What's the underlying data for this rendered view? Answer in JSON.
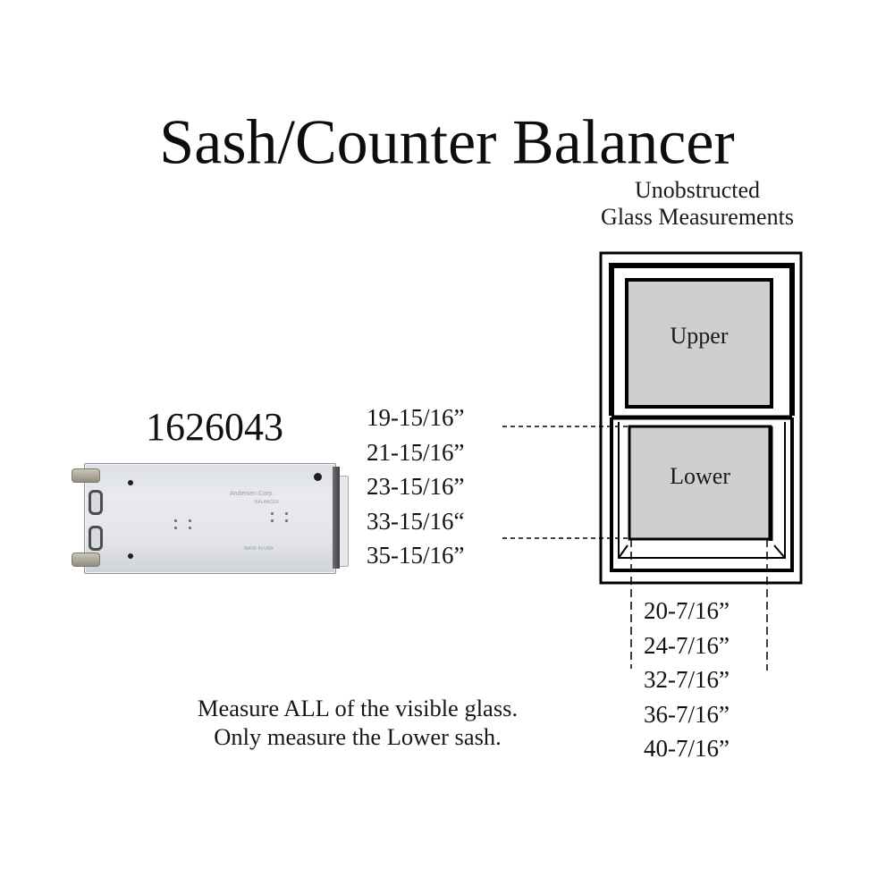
{
  "title": "Sash/Counter Balancer",
  "subtitle": {
    "line1": "Unobstructed",
    "line2": "Glass Measurements"
  },
  "product": {
    "part_number": "1626043",
    "image_label": "counter-balancer-photo",
    "stamp_text_1": "Andersen Corp.",
    "stamp_text_2": "BALANCER",
    "stamp_text_3": "MADE IN USA"
  },
  "window": {
    "upper_label": "Upper",
    "lower_label": "Lower"
  },
  "glass_heights": {
    "items": [
      {
        "value": "19-15/16”"
      },
      {
        "value": "21-15/16”"
      },
      {
        "value": "23-15/16”"
      },
      {
        "value": "33-15/16“"
      },
      {
        "value": "35-15/16”"
      }
    ]
  },
  "glass_widths": {
    "items": [
      {
        "value": "20-7/16”"
      },
      {
        "value": "24-7/16”"
      },
      {
        "value": "32-7/16”"
      },
      {
        "value": "36-7/16”"
      },
      {
        "value": "40-7/16”"
      }
    ]
  },
  "instructions": {
    "line1": "Measure ALL of the visible glass.",
    "line2": "Only measure the Lower sash."
  },
  "colors": {
    "background": "#ffffff",
    "text": "#111111",
    "glass": "#cfcfd1",
    "frame": "#000000"
  }
}
